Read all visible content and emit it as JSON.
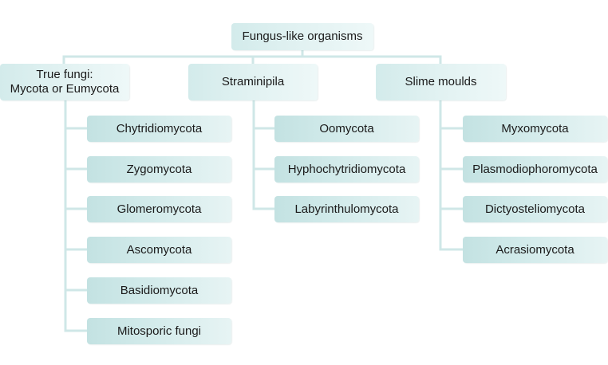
{
  "root": {
    "label": "Fungus-like organisms"
  },
  "groups": [
    {
      "label": "True fungi:\nMycota or Eumycota",
      "children": [
        "Chytridiomycota",
        "Zygomycota",
        "Glomeromycota",
        "Ascomycota",
        "Basidiomycota",
        "Mitosporic fungi"
      ]
    },
    {
      "label": "Straminipila",
      "children": [
        "Oomycota",
        "Hyphochytridiomycota",
        "Labyrinthulomycota"
      ]
    },
    {
      "label": "Slime moulds",
      "children": [
        "Myxomycota",
        "Plasmodiophoromycota",
        "Dictyosteliomycota",
        "Acrasiomycota"
      ]
    }
  ],
  "colors": {
    "node_fill": "#d3ebeb",
    "connector": "#cfe7e7"
  }
}
